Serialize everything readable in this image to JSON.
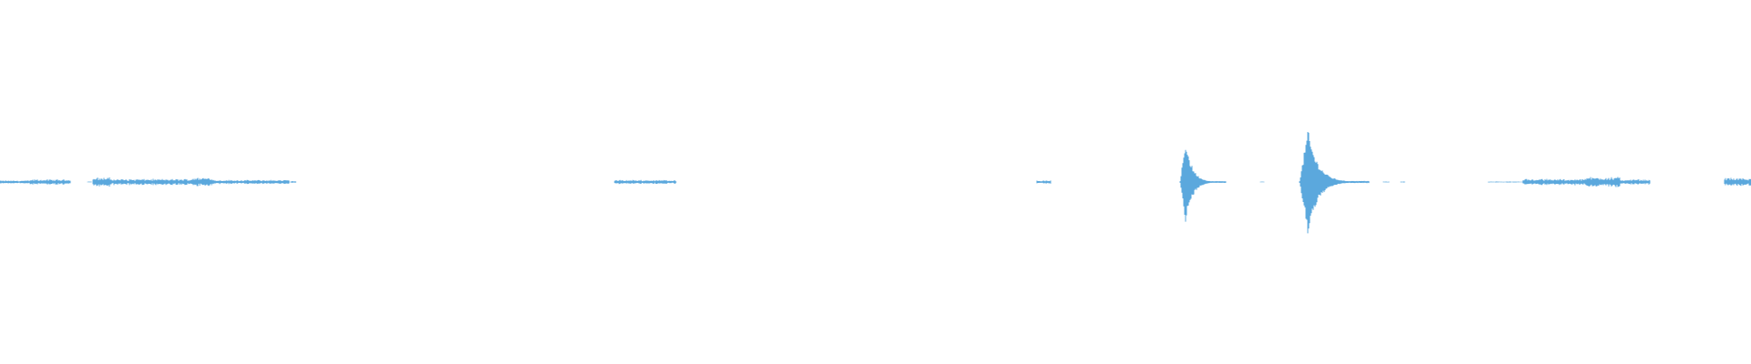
{
  "waveform": {
    "color": "#5ba8dd",
    "segments": [
      {
        "start": 0.0,
        "end": 0.04,
        "amp": 0.03,
        "shape": "noise"
      },
      {
        "start": 0.04,
        "end": 0.016,
        "amp": 0.0,
        "shape": "gap"
      },
      {
        "start": 0.017,
        "end": 0.04,
        "amp": 0.05,
        "shape": "noise"
      },
      {
        "start": 0.05,
        "end": 0.052,
        "amp": 0.01,
        "shape": "noise"
      },
      {
        "start": 0.053,
        "end": 0.063,
        "amp": 0.09,
        "shape": "noise"
      },
      {
        "start": 0.063,
        "end": 0.11,
        "amp": 0.06,
        "shape": "noise"
      },
      {
        "start": 0.11,
        "end": 0.122,
        "amp": 0.09,
        "shape": "noise"
      },
      {
        "start": 0.122,
        "end": 0.165,
        "amp": 0.04,
        "shape": "noise"
      },
      {
        "start": 0.166,
        "end": 0.169,
        "amp": 0.02,
        "shape": "noise"
      },
      {
        "start": 0.351,
        "end": 0.386,
        "amp": 0.04,
        "shape": "noise"
      },
      {
        "start": 0.592,
        "end": 0.6,
        "amp": 0.03,
        "shape": "noise"
      },
      {
        "start": 0.674,
        "end": 0.7,
        "amp": 0.8,
        "shape": "impulse"
      },
      {
        "start": 0.72,
        "end": 0.722,
        "amp": 0.01,
        "shape": "noise"
      },
      {
        "start": 0.742,
        "end": 0.782,
        "amp": 0.98,
        "shape": "impulse"
      },
      {
        "start": 0.79,
        "end": 0.793,
        "amp": 0.01,
        "shape": "noise"
      },
      {
        "start": 0.8,
        "end": 0.802,
        "amp": 0.01,
        "shape": "noise"
      },
      {
        "start": 0.85,
        "end": 0.87,
        "amp": 0.01,
        "shape": "noise"
      },
      {
        "start": 0.87,
        "end": 0.905,
        "amp": 0.06,
        "shape": "noise"
      },
      {
        "start": 0.905,
        "end": 0.925,
        "amp": 0.1,
        "shape": "noise"
      },
      {
        "start": 0.925,
        "end": 0.942,
        "amp": 0.05,
        "shape": "noise"
      },
      {
        "start": 0.985,
        "end": 1.0,
        "amp": 0.08,
        "shape": "noise"
      }
    ]
  }
}
